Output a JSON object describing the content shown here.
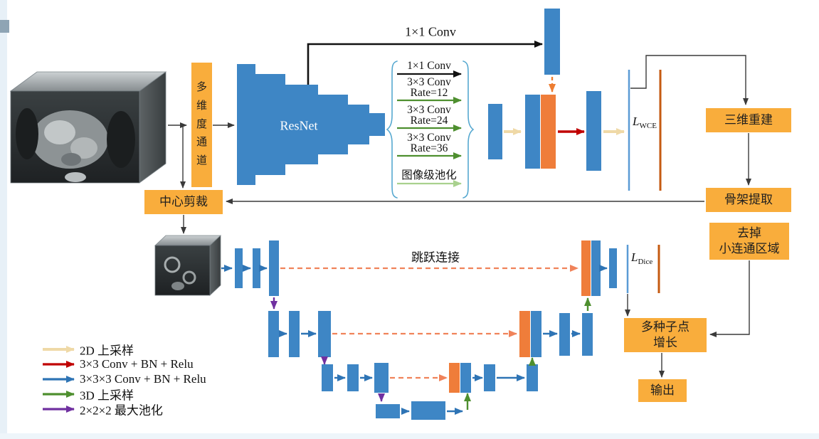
{
  "palette": {
    "bar_blue": "#3E86C5",
    "bar_orange": "#EF7D3A",
    "box_orange": "#F9AD3C",
    "arrow_yellow": "#EFD9A7",
    "arrow_red": "#C00000",
    "arrow_blue": "#2E74B5",
    "arrow_green": "#4E8F2F",
    "arrow_light_green": "#A9D18E",
    "arrow_purple": "#7030A0",
    "skip_dash_coral": "#F0835A",
    "pred_line_blue": "#5B9BD5",
    "gt_line_orange": "#C55A11"
  },
  "top_flow": {
    "conv1x1": "1×1 Conv",
    "multi_channel": "多维度通道",
    "resnet": "ResNet",
    "aspp": {
      "row1": "1×1 Conv",
      "row2_conv": "3×3 Conv",
      "row2_rate": "Rate=12",
      "row3_conv": "3×3 Conv",
      "row3_rate": "Rate=24",
      "row4_conv": "3×3 Conv",
      "row4_rate": "Rate=36",
      "pool": "图像级池化"
    },
    "loss_wce": {
      "main": "L",
      "sub": "WCE"
    }
  },
  "pipeline": {
    "recon3d": "三维重建",
    "skeleton": "骨架提取",
    "remove_small_1": "去掉",
    "remove_small_2": "小连通区域",
    "center_crop": "中心剪裁",
    "seed_grow_1": "多种子点",
    "seed_grow_2": "增长",
    "output": "输出"
  },
  "unet": {
    "skip": "跳跃连接",
    "loss_dice": {
      "main": "L",
      "sub": "Dice"
    }
  },
  "legend": {
    "items": [
      {
        "label": "2D 上采样"
      },
      {
        "label": "3×3 Conv + BN + Relu"
      },
      {
        "label": "3×3×3 Conv + BN + Relu"
      },
      {
        "label": "3D 上采样"
      },
      {
        "label": "2×2×2 最大池化"
      }
    ]
  }
}
